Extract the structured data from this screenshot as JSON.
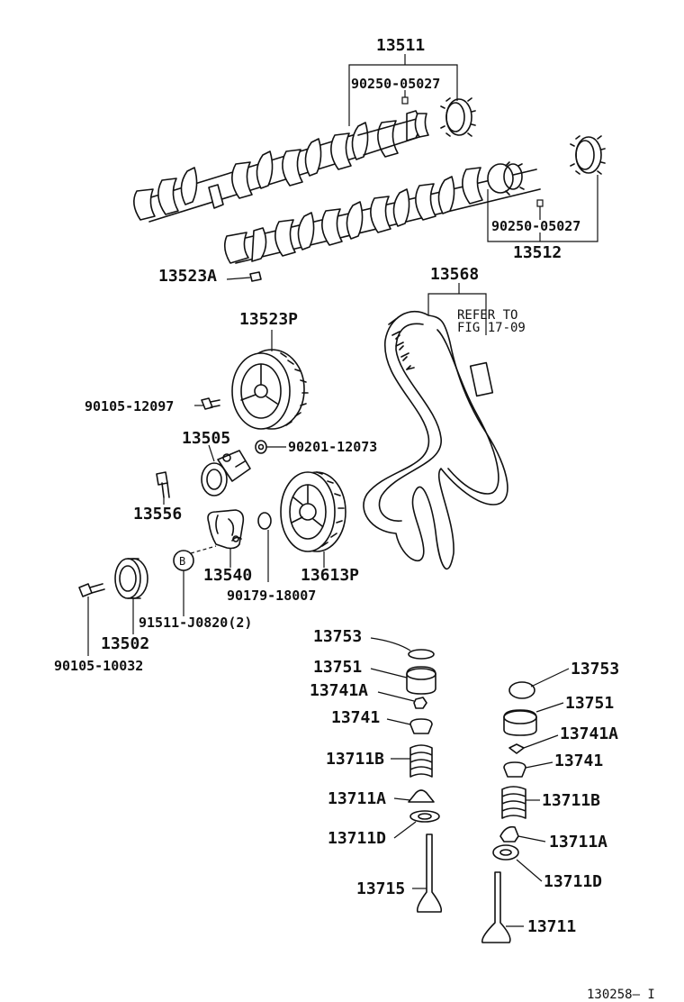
{
  "labels": {
    "p13511": "13511",
    "p90250a": "90250-05027",
    "p90250b": "90250-05027",
    "p13512": "13512",
    "p13523A": "13523A",
    "p13568": "13568",
    "refer1": "REFER TO",
    "refer2": "FIG 17-09",
    "p13523P": "13523P",
    "p90105_12097": "90105-12097",
    "p13505": "13505",
    "p90201": "90201-12073",
    "p13556": "13556",
    "p13540": "13540",
    "p13613P": "13613P",
    "p90179": "90179-18007",
    "pB": "B",
    "p91511": "91511-J0820(2)",
    "p13502": "13502",
    "p90105_10032": "90105-10032",
    "l13753": "13753",
    "l13751": "13751",
    "l13741A": "13741A",
    "l13741": "13741",
    "l13711B": "13711B",
    "l13711A": "13711A",
    "l13711D": "13711D",
    "l13715": "13715",
    "r13753": "13753",
    "r13751": "13751",
    "r13741A": "13741A",
    "r13741": "13741",
    "r13711B": "13711B",
    "r13711A": "13711A",
    "r13711D": "13711D",
    "r13711": "13711",
    "figno": "130258— I"
  }
}
